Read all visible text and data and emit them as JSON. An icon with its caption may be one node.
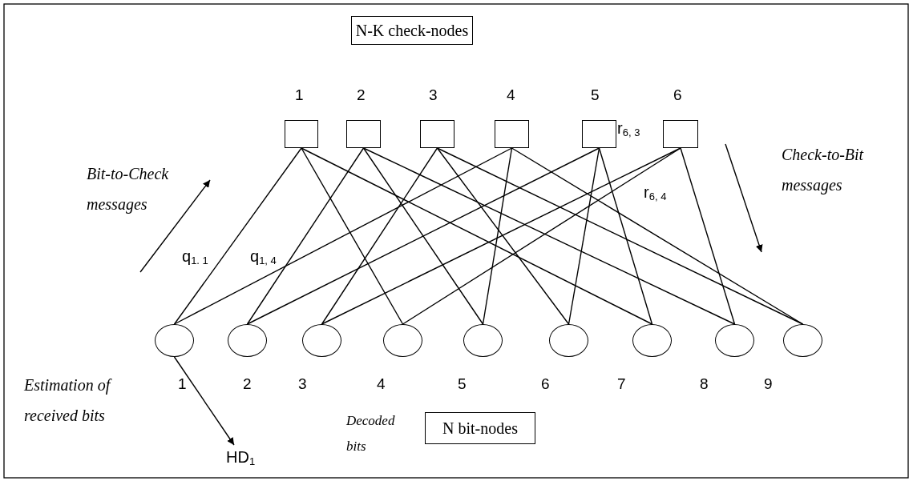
{
  "diagram": {
    "nodes": [
      {
        "text": [
          "N-K check-nodes"
        ]
      },
      {
        "text": [],
        "shape": "box",
        "beside": [
          "1"
        ]
      },
      {
        "text": [],
        "shape": "box",
        "beside": [
          "2"
        ]
      },
      {
        "text": [],
        "shape": "box",
        "beside": [
          "3"
        ]
      },
      {
        "text": [],
        "shape": "box",
        "beside": [
          "4"
        ]
      },
      {
        "text": [],
        "shape": "box",
        "beside": [
          "5"
        ]
      },
      {
        "text": [],
        "shape": "box",
        "beside": [
          "6"
        ]
      },
      {
        "text": [],
        "shape": "circle",
        "beside": [
          "1"
        ]
      },
      {
        "text": [],
        "shape": "circle",
        "beside": [
          "2"
        ]
      },
      {
        "text": [],
        "shape": "circle",
        "beside": [
          "3"
        ]
      },
      {
        "text": [],
        "shape": "circle",
        "beside": [
          "4"
        ]
      },
      {
        "text": [],
        "shape": "circle",
        "beside": [
          "5"
        ]
      },
      {
        "text": [],
        "shape": "circle",
        "beside": [
          "6"
        ]
      },
      {
        "text": [],
        "shape": "circle",
        "beside": [
          "7"
        ]
      },
      {
        "text": [],
        "shape": "circle",
        "beside": [
          "8"
        ]
      },
      {
        "text": [],
        "shape": "circle",
        "beside": [
          "9"
        ]
      },
      {
        "text": [
          "N bit-nodes"
        ]
      },
      {
        "text": [
          "HD$_{1}$"
        ]
      }
    ],
    "edges": [
      {
        "from": 1,
        "to": 7,
        "arrow": "none",
        "label": "q$_{1. 1}$"
      },
      {
        "from": 1,
        "to": 10,
        "arrow": "none"
      },
      {
        "from": 1,
        "to": 13,
        "arrow": "none"
      },
      {
        "from": 2,
        "to": 8,
        "arrow": "none"
      },
      {
        "from": 2,
        "to": 11,
        "arrow": "none"
      },
      {
        "from": 2,
        "to": 14,
        "arrow": "none"
      },
      {
        "from": 3,
        "to": 9,
        "arrow": "none"
      },
      {
        "from": 3,
        "to": 12,
        "arrow": "none"
      },
      {
        "from": 3,
        "to": 15,
        "arrow": "none"
      },
      {
        "from": 4,
        "to": 7,
        "arrow": "none",
        "label": "q$_{1, 4}$"
      },
      {
        "from": 4,
        "to": 11,
        "arrow": "none"
      },
      {
        "from": 4,
        "to": 15,
        "arrow": "none"
      },
      {
        "from": 5,
        "to": 8,
        "arrow": "none"
      },
      {
        "from": 5,
        "to": 12,
        "arrow": "none"
      },
      {
        "from": 5,
        "to": 13,
        "arrow": "none"
      },
      {
        "from": 6,
        "to": 9,
        "arrow": "none",
        "label": "r$_{6, 3}$"
      },
      {
        "from": 6,
        "to": 10,
        "arrow": "none",
        "label": "r$_{6, 4}$"
      },
      {
        "from": 6,
        "to": 14,
        "arrow": "none"
      },
      {
        "from": 7,
        "to": 17,
        "arrow": "to"
      }
    ],
    "labels": [
      "Bit-to-Check messages",
      "Check-to-Bit messages",
      "Estimation of received bits",
      "Decoded bits"
    ]
  }
}
